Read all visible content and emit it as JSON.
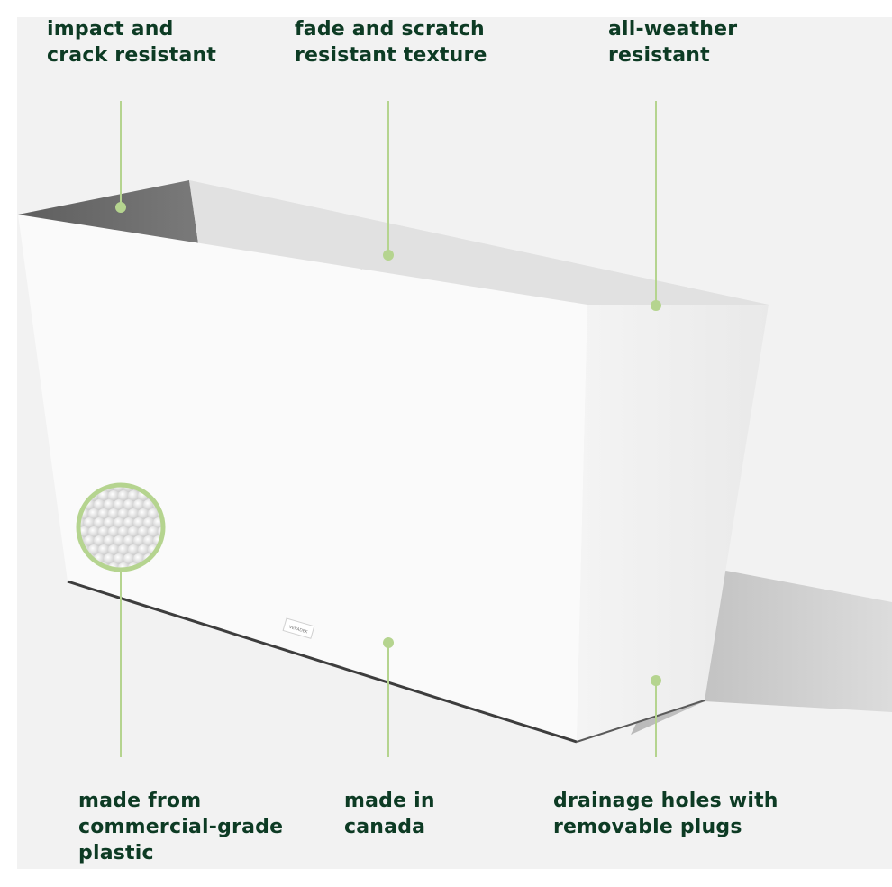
{
  "colors": {
    "label_text": "#0d3b24",
    "callout_line": "#b5d48f",
    "background": "#f2f2f2",
    "planter": "#fafafa"
  },
  "logo_text": "VERADEK",
  "callouts": {
    "top": [
      {
        "lines": [
          "impact and",
          "crack resistant"
        ]
      },
      {
        "lines": [
          "fade and scratch",
          "resistant texture"
        ]
      },
      {
        "lines": [
          "all-weather",
          "resistant"
        ]
      }
    ],
    "bottom": [
      {
        "lines": [
          "made from",
          "commercial-grade",
          "plastic"
        ]
      },
      {
        "lines": [
          "made in",
          "canada"
        ]
      },
      {
        "lines": [
          "drainage holes with",
          "removable plugs"
        ]
      }
    ]
  }
}
